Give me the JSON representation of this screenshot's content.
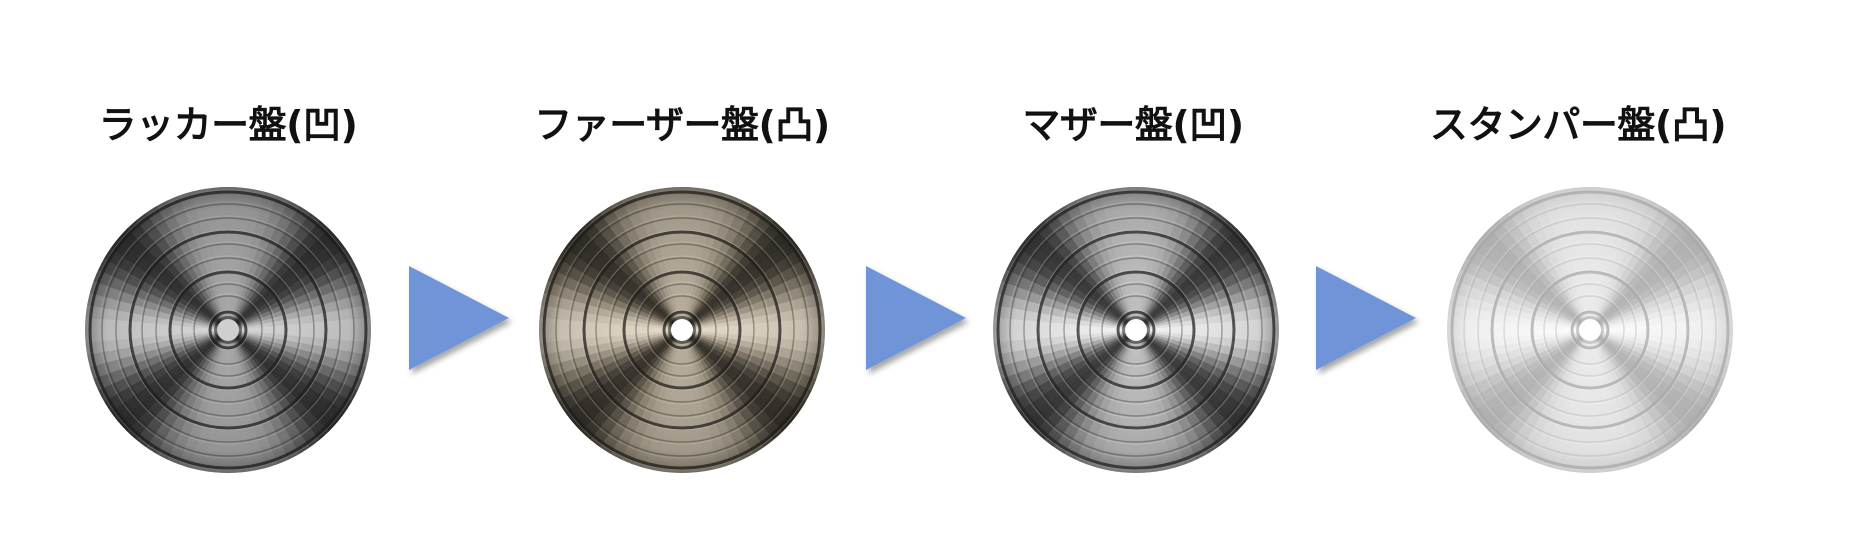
{
  "stages": [
    {
      "label": "ラッカー盤(凹)",
      "icon": "record-disc-icon",
      "tone": "dark",
      "hub": "#cfcfcf"
    },
    {
      "label": "ファーザー盤(凸)",
      "icon": "record-disc-icon",
      "tone": "bronze",
      "hub": "#ffffff"
    },
    {
      "label": "マザー盤(凹)",
      "icon": "record-disc-icon",
      "tone": "steel",
      "hub": "#ffffff"
    },
    {
      "label": "スタンパー盤(凸)",
      "icon": "record-disc-icon",
      "tone": "silver",
      "hub": "#ffffff"
    }
  ],
  "arrows": [
    {
      "icon": "triangle-arrow-right-icon",
      "color": "#6f94d8"
    },
    {
      "icon": "triangle-arrow-right-icon",
      "color": "#6f94d8"
    },
    {
      "icon": "triangle-arrow-right-icon",
      "color": "#6f94d8"
    }
  ],
  "palettes": {
    "dark": {
      "bright": "#d8d8d8",
      "mid": "#7a7a7a",
      "dark": "#1c1c1c"
    },
    "bronze": {
      "bright": "#e6dccb",
      "mid": "#8a8170",
      "dark": "#1e1c18"
    },
    "steel": {
      "bright": "#f4f4f4",
      "mid": "#8e8e8e",
      "dark": "#222222"
    },
    "silver": {
      "bright": "#fbfbfb",
      "mid": "#dcdcdc",
      "dark": "#a8a8a8"
    }
  }
}
